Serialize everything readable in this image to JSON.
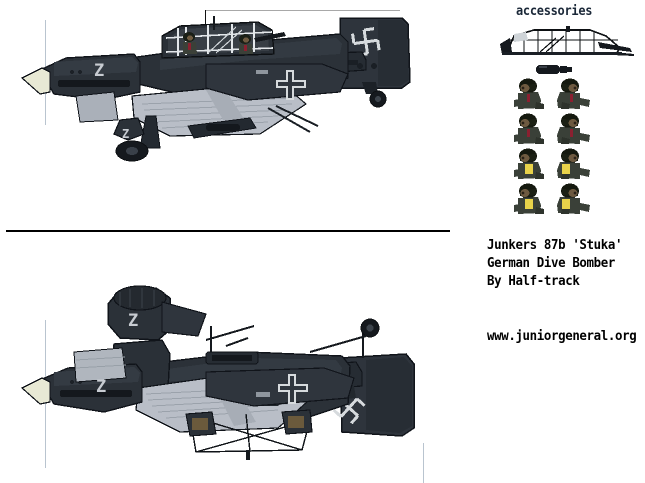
{
  "sheet": {
    "title_lines": [
      "Junkers 87b 'Stuka'",
      "German Dive Bomber",
      "By Half-track"
    ],
    "url": "www.juniorgeneral.org",
    "accessories_label": "accessories",
    "background_color": "#ffffff"
  },
  "aircraft": {
    "name": "Junkers 87b Stuka",
    "fuselage_code_letter": "Z",
    "wheel_spat_code_letter": "Z",
    "views": [
      {
        "id": "top-view",
        "label": "level flight view",
        "tail_marking": "swastika",
        "wing_marking": "balkenkreuz"
      },
      {
        "id": "bottom-view",
        "label": "banking view",
        "tail_marking": "swastika",
        "wing_marking": "balkenkreuz"
      }
    ]
  },
  "accessories": {
    "canopy": {
      "label": "canopy greenhouse",
      "count": 1
    },
    "bomb": {
      "label": "bomb",
      "count": 1
    },
    "crew_figures": {
      "label": "crew figures",
      "rows": 4,
      "columns": 2,
      "count": 8,
      "variants": [
        "pilot-dark-collar",
        "gunner-dark-collar",
        "pilot-yellow-collar",
        "gunner-yellow-collar"
      ]
    }
  },
  "colors": {
    "body_dark": "#2b3138",
    "body_darker": "#1e2329",
    "body_mid": "#3a4048",
    "body_light": "#555d66",
    "wing_pale": "#b9bec7",
    "wing_pale2": "#9ba2ab",
    "spinner": "#e8e9d5",
    "marking_white": "#d6dadd",
    "outline": "#0d1013",
    "guide_blue": "#b9c4cf",
    "divider": "#000000",
    "text": "#000000",
    "accent_title": "#1b2838",
    "skin": "#8a6a4a",
    "collar_yellow": "#e8d24a",
    "collar_red": "#8a2030"
  }
}
